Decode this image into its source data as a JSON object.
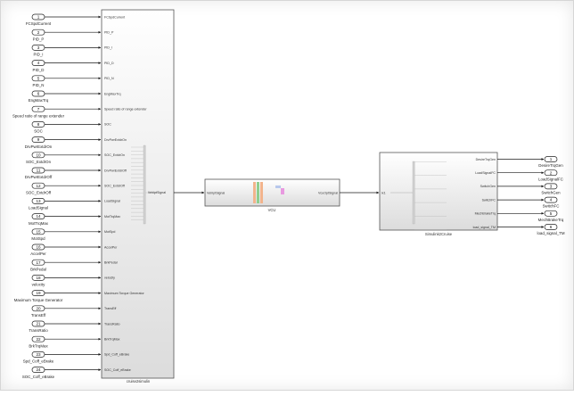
{
  "colors": {
    "line": "#1a1a1a",
    "block_border": "#555555",
    "block_fill_top": "#ffffff",
    "block_fill_bottom": "#dedede",
    "vcu_orange": "#f2b48c",
    "vcu_green": "#8fce8f",
    "vcu_pink": "#e89ae0",
    "vcu_blue": "#b8c8ec"
  },
  "inports": [
    {
      "num": "1",
      "label": "FCSpdCurrent",
      "port": "FCSpdCurrent"
    },
    {
      "num": "2",
      "label": "PID_P",
      "port": "PID_P"
    },
    {
      "num": "3",
      "label": "PID_I",
      "port": "PID_I"
    },
    {
      "num": "4",
      "label": "PID_D",
      "port": "PID_D"
    },
    {
      "num": "5",
      "label": "PID_N",
      "port": "PID_N"
    },
    {
      "num": "6",
      "label": "EngMaxTrq",
      "port": "EngMaxTrq"
    },
    {
      "num": "7",
      "label": "Speed ratio of range extender",
      "port": "Speed ratio of range extender"
    },
    {
      "num": "8",
      "label": "SOC",
      "port": "SOC"
    },
    {
      "num": "9",
      "label": "DrvPwrExtdrOn",
      "port": "DrvPwrExtdrOn"
    },
    {
      "num": "10",
      "label": "SOC_ExtdrOn",
      "port": "SOC_ExtdrOn"
    },
    {
      "num": "11",
      "label": "DrvPwrExtdrOff",
      "port": "DrvPwrExtdrOff"
    },
    {
      "num": "12",
      "label": "SOC_ExtdrOff",
      "port": "SOC_ExtdrOff"
    },
    {
      "num": "13",
      "label": "LoadSignal",
      "port": "LoadSignal"
    },
    {
      "num": "14",
      "label": "MotTrqMax",
      "port": "MotTrqMax"
    },
    {
      "num": "15",
      "label": "MotSpd",
      "port": "MotSpd"
    },
    {
      "num": "16",
      "label": "AccelPer",
      "port": "AccelPer"
    },
    {
      "num": "17",
      "label": "BrkPedal",
      "port": "BrkPedal"
    },
    {
      "num": "18",
      "label": "velocity",
      "port": "velocity"
    },
    {
      "num": "19",
      "label": "Maximum Torque Generator",
      "port": "Maximum Torque Generator"
    },
    {
      "num": "20",
      "label": "TransEff",
      "port": "TransEff"
    },
    {
      "num": "21",
      "label": "TransRatio",
      "port": "TransRatio"
    },
    {
      "num": "22",
      "label": "BrkTrqMax",
      "port": "BrkTrqMax"
    },
    {
      "num": "23",
      "label": "Spd_Coff_eBrake",
      "port": "Spd_Coff_eBrake"
    },
    {
      "num": "24",
      "label": "SOC_Coff_eBrake",
      "port": "SOC_Coff_eBrake"
    }
  ],
  "subsystem_cruise": {
    "name": "cruise2simulin",
    "out_port": "VehIptSignal"
  },
  "vcu": {
    "name": "VCU",
    "in_port": "VehIptSignal",
    "out_port": "VcuOptSignal"
  },
  "simulink2cruise": {
    "name": "Simulink2Cruise",
    "in_port": "ix1",
    "out_ports": [
      "DesireTrqGen",
      "LoadSignalFC",
      "SwitchGen",
      "SwitchFC",
      "MechBrakeTrq",
      "load_signal_TM"
    ]
  },
  "outports": [
    {
      "num": "1",
      "label": "DesireTrqGen"
    },
    {
      "num": "2",
      "label": "LoadSignalFC"
    },
    {
      "num": "3",
      "label": "SwitchGen"
    },
    {
      "num": "4",
      "label": "SwitchFC"
    },
    {
      "num": "5",
      "label": "MechBrakeTrq"
    },
    {
      "num": "6",
      "label": "load_signal_TM"
    }
  ]
}
